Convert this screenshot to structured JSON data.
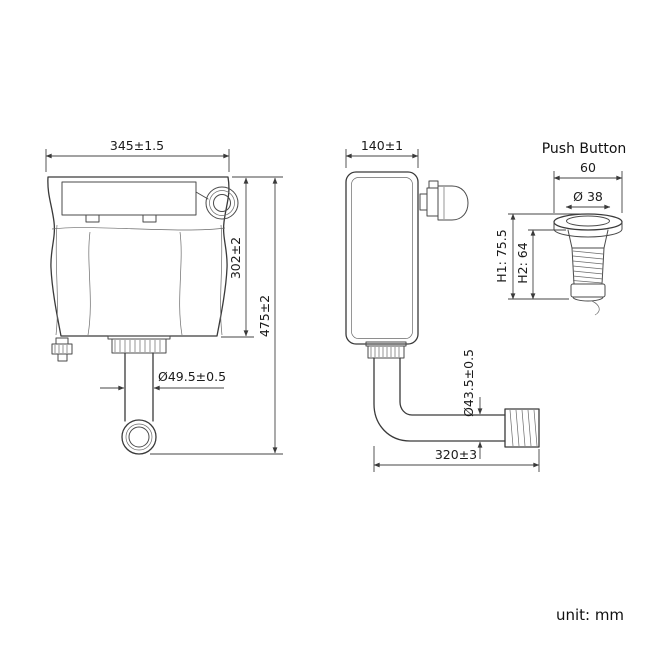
{
  "drawing": {
    "front_view": {
      "width": "345±1.5",
      "upper_height": "302±2",
      "total_height": "475±2",
      "outlet_diameter": "Ø49.5±0.5"
    },
    "side_view": {
      "depth": "140±1",
      "pipe_diameter": "Ø43.5±0.5",
      "pipe_length": "320±3"
    },
    "push_button": {
      "title": "Push Button",
      "width": "60",
      "button_diameter": "Ø 38",
      "height_h1": "H1: 75.5",
      "height_h2": "H2: 64"
    },
    "unit_label": "unit: mm"
  }
}
